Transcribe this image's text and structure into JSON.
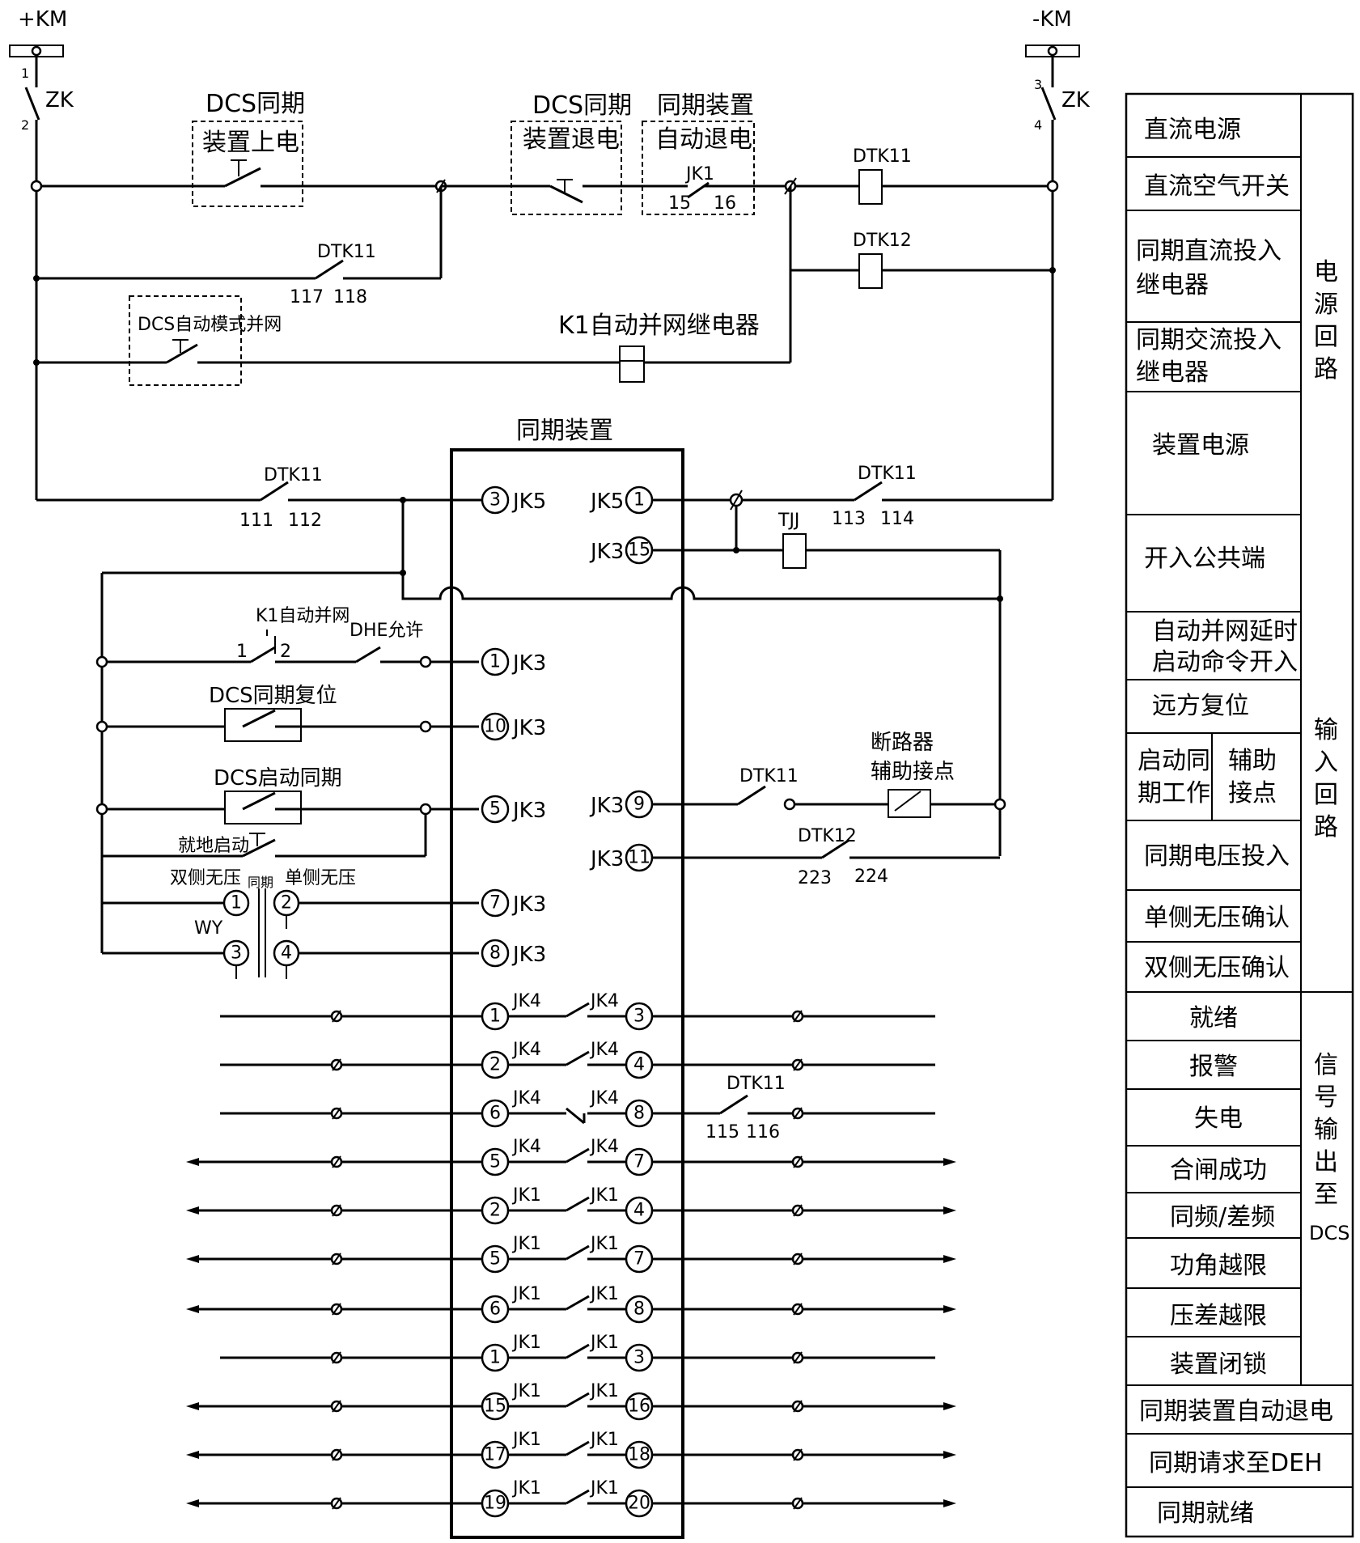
{
  "power": {
    "plus_km": "+KM",
    "minus_km": "-KM",
    "zk": "ZK",
    "zk_pins_left": [
      "1",
      "2"
    ],
    "zk_pins_right": [
      "3",
      "4"
    ]
  },
  "top_boxes": {
    "dcs_power_on": [
      "DCS同期",
      "装置上电"
    ],
    "dcs_power_off": [
      "DCS同期",
      "装置退电"
    ],
    "auto_off": [
      "同期装置",
      "自动退电"
    ],
    "auto_off_contact": "JK1",
    "auto_off_pins": [
      "15",
      "16"
    ],
    "dcs_auto_mode": "DCS自动模式并网"
  },
  "coils": {
    "dtk11": "DTK11",
    "dtk12": "DTK12",
    "k1_relay": "K1自动并网继电器",
    "tjj": "TJJ"
  },
  "contacts": {
    "dtk11_117": "117",
    "dtk11_118": "118",
    "dtk11_111": "111",
    "dtk11_112": "112",
    "dtk11_113": "113",
    "dtk11_114": "114",
    "dtk11_115": "115",
    "dtk11_116": "116",
    "dtk12_223": "223",
    "dtk12_224": "224",
    "k1_auto": "K1自动并网",
    "k1_pins": [
      "1",
      "2"
    ],
    "dhe": "DHE允许",
    "dcs_reset": "DCS同期复位",
    "dcs_start": "DCS启动同期",
    "local_start": "就地启动",
    "breaker_aux": [
      "断路器",
      "辅助接点"
    ],
    "both_dead": "双侧无压",
    "sync": "同期",
    "single_dead": "单侧无压",
    "wy": "WY",
    "wy_pins": [
      "1",
      "2",
      "3",
      "4"
    ]
  },
  "device": {
    "title": "同期装置",
    "left_inputs": [
      {
        "pin": "3",
        "name": "JK5"
      },
      {
        "pin": "1",
        "name": "JK3"
      },
      {
        "pin": "10",
        "name": "JK3"
      },
      {
        "pin": "5",
        "name": "JK3"
      },
      {
        "pin": "7",
        "name": "JK3"
      },
      {
        "pin": "8",
        "name": "JK3"
      }
    ],
    "right_inputs": [
      {
        "pin": "1",
        "name": "JK5"
      },
      {
        "pin": "15",
        "name": "JK3"
      },
      {
        "pin": "9",
        "name": "JK3"
      },
      {
        "pin": "11",
        "name": "JK3"
      }
    ],
    "outputs": [
      {
        "lpin": "1",
        "lname": "JK4",
        "rpin": "3",
        "rname": "JK4"
      },
      {
        "lpin": "2",
        "lname": "JK4",
        "rpin": "4",
        "rname": "JK4"
      },
      {
        "lpin": "6",
        "lname": "JK4",
        "rpin": "8",
        "rname": "JK4"
      },
      {
        "lpin": "5",
        "lname": "JK4",
        "rpin": "7",
        "rname": "JK4"
      },
      {
        "lpin": "2",
        "lname": "JK1",
        "rpin": "4",
        "rname": "JK1"
      },
      {
        "lpin": "5",
        "lname": "JK1",
        "rpin": "7",
        "rname": "JK1"
      },
      {
        "lpin": "6",
        "lname": "JK1",
        "rpin": "8",
        "rname": "JK1"
      },
      {
        "lpin": "1",
        "lname": "JK1",
        "rpin": "3",
        "rname": "JK1"
      },
      {
        "lpin": "15",
        "lname": "JK1",
        "rpin": "16",
        "rname": "JK1"
      },
      {
        "lpin": "17",
        "lname": "JK1",
        "rpin": "18",
        "rname": "JK1"
      },
      {
        "lpin": "19",
        "lname": "JK1",
        "rpin": "20",
        "rname": "JK1"
      }
    ]
  },
  "legend": {
    "rows": [
      "直流电源",
      "直流空气开关",
      "同期直流投入继电器",
      "同期交流投入继电器",
      "装置电源",
      "开入公共端",
      "自动并网延时启动命令开入",
      "远方复位",
      "启动同期工作",
      "辅助接点",
      "同期电压投入",
      "单侧无压确认",
      "双侧无压确认",
      "就绪",
      "报警",
      "失电",
      "合闸成功",
      "同频/差频",
      "功角越限",
      "压差越限",
      "装置闭锁",
      "同期装置自动退电",
      "同期请求至DEH",
      "同期就绪"
    ],
    "groups": [
      "电源回路",
      "输入回路",
      "信号输出至DCS"
    ]
  }
}
